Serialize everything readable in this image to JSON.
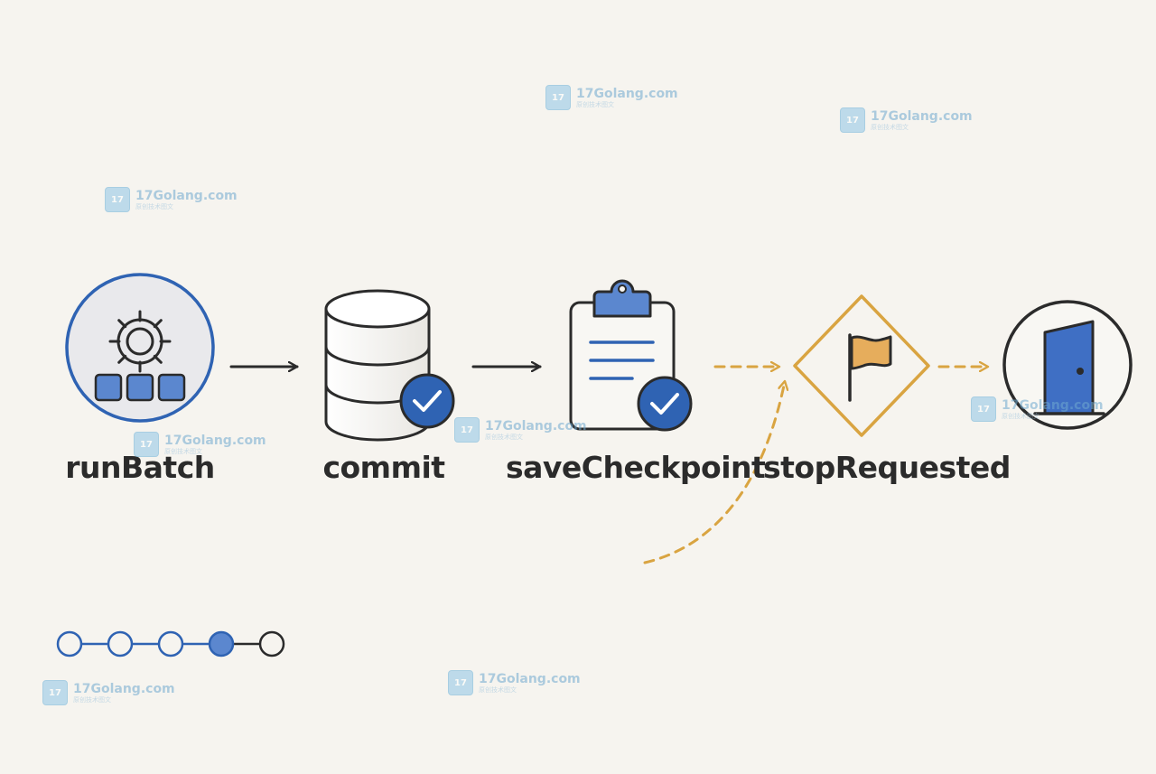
{
  "diagram": {
    "nodes": [
      {
        "id": "runBatch",
        "label": "runBatch",
        "icon": "gear-with-blocks-icon"
      },
      {
        "id": "commit",
        "label": "commit",
        "icon": "database-check-icon"
      },
      {
        "id": "saveCheckpoint",
        "label": "saveCheckpoint",
        "icon": "clipboard-check-icon"
      },
      {
        "id": "stopRequested",
        "label": "stopRequested",
        "icon": "diamond-flag-icon"
      },
      {
        "id": "exit",
        "label": "",
        "icon": "exit-door-icon"
      }
    ],
    "edges": [
      {
        "from": "runBatch",
        "to": "commit",
        "style": "solid"
      },
      {
        "from": "commit",
        "to": "saveCheckpoint",
        "style": "solid"
      },
      {
        "from": "saveCheckpoint",
        "to": "stopRequested",
        "style": "dashed"
      },
      {
        "from": "external",
        "to": "stopRequested",
        "style": "dashed-curved"
      },
      {
        "from": "stopRequested",
        "to": "exit",
        "style": "dashed"
      }
    ],
    "progress": {
      "total_steps": 5,
      "active_step": 4
    }
  },
  "watermark": {
    "domain": "17Golang.com",
    "subtitle": "原创技术图文"
  },
  "colors": {
    "background": "#f6f4ef",
    "blue": "#2f63b3",
    "blue_fill": "#5b87cf",
    "gold": "#d9a441",
    "gold_fill": "#e6ad5c",
    "ink": "#2b2b2b"
  }
}
